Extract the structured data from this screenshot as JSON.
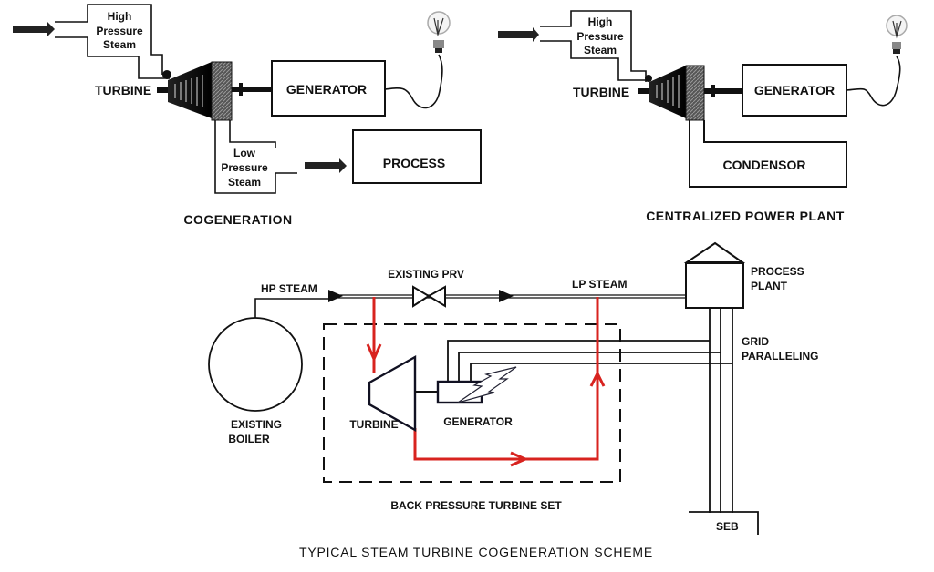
{
  "cogeneration": {
    "input_label_line1": "High",
    "input_label_line2": "Pressure",
    "input_label_line3": "Steam",
    "turbine_label": "TURBINE",
    "generator_label": "GENERATOR",
    "output_label_line1": "Low",
    "output_label_line2": "Pressure",
    "output_label_line3": "Steam",
    "process_label": "PROCESS",
    "caption": "COGENERATION"
  },
  "centralized": {
    "input_label_line1": "High",
    "input_label_line2": "Pressure",
    "input_label_line3": "Steam",
    "turbine_label": "TURBINE",
    "generator_label": "GENERATOR",
    "condensor_label": "CONDENSOR",
    "caption": "CENTRALIZED POWER PLANT"
  },
  "scheme": {
    "hp_steam_label": "HP STEAM",
    "prv_label": "EXISTING PRV",
    "lp_steam_label": "LP STEAM",
    "process_plant_line1": "PROCESS",
    "process_plant_line2": "PLANT",
    "grid_line1": "GRID",
    "grid_line2": "PARALLELING",
    "boiler_line1": "EXISTING",
    "boiler_line2": "BOILER",
    "turbine_label": "TURBINE",
    "generator_label": "GENERATOR",
    "set_caption": "BACK PRESSURE TURBINE SET",
    "seb_label": "SEB",
    "steam_flow_color": "#d8231f",
    "title": "TYPICAL STEAM TURBINE COGENERATION SCHEME"
  }
}
